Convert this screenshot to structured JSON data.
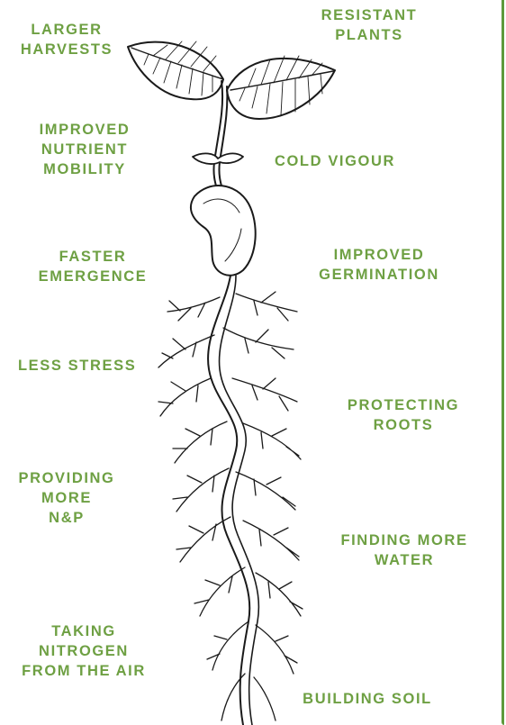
{
  "colors": {
    "label_green": "#6ea043",
    "frame_green": "#5e9a3b",
    "ink": "#1a1a1a"
  },
  "labels": {
    "larger_harvests": [
      "LARGER",
      "HARVESTS"
    ],
    "resistant_plants": [
      "RESISTANT",
      "PLANTS"
    ],
    "improved_nutrient_mobility": [
      "IMPROVED",
      "NUTRIENT",
      "MOBILITY"
    ],
    "cold_vigour": [
      "COLD VIGOUR"
    ],
    "faster_emergence": [
      "FASTER",
      "EMERGENCE"
    ],
    "improved_germination": [
      "IMPROVED",
      "GERMINATION"
    ],
    "less_stress": [
      "LESS STRESS"
    ],
    "protecting_roots": [
      "PROTECTING",
      "ROOTS"
    ],
    "providing_more_np": [
      "PROVIDING",
      "MORE",
      "N&P"
    ],
    "finding_more_water": [
      "FINDING MORE",
      "WATER"
    ],
    "taking_nitrogen": [
      "TAKING",
      "NITROGEN",
      "FROM THE AIR"
    ],
    "building_soil": [
      "BUILDING SOIL"
    ]
  }
}
